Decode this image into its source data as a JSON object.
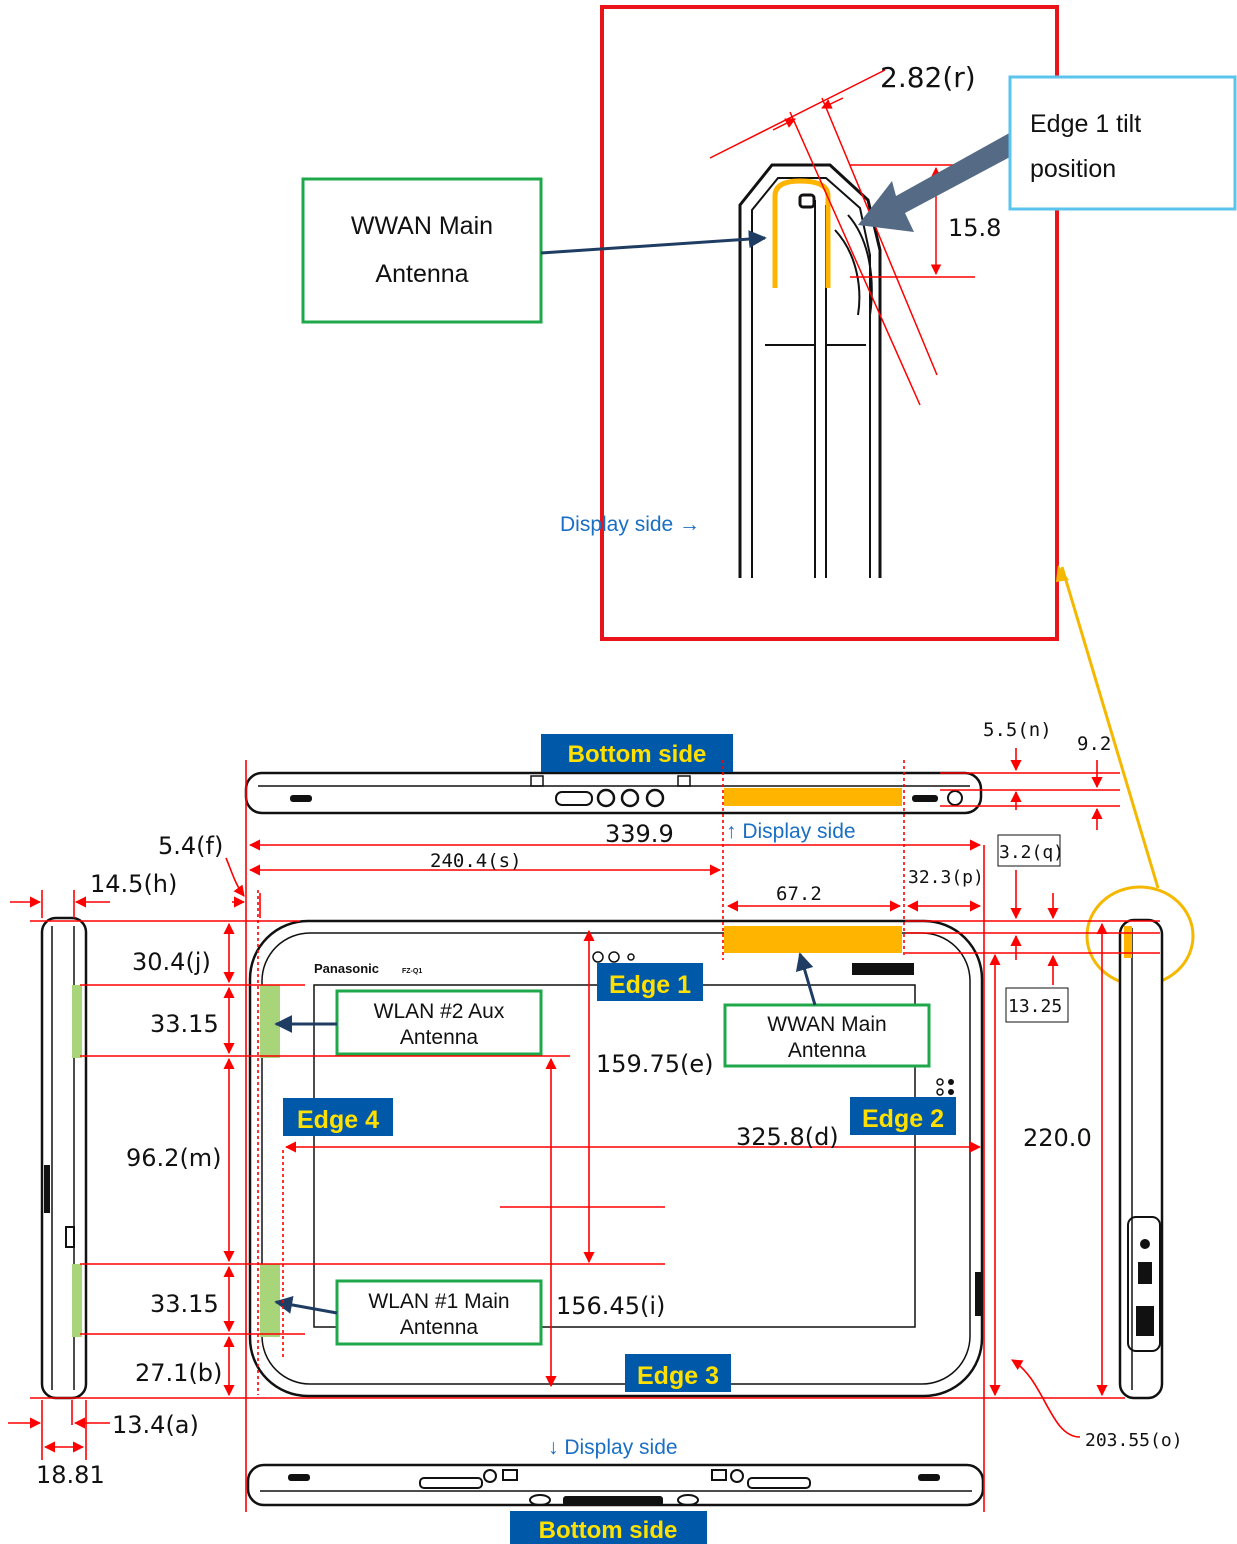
{
  "colors": {
    "dimension": "#ff0000",
    "antenna_orange": "#ffb400",
    "antenna_green": "#a8d47a",
    "callout_green": "#1fa84a",
    "callout_blue": "#5bc4ee",
    "label_bg": "#0059a8",
    "label_text": "#ffe000",
    "leader_yellow": "#f5b800",
    "note_blue": "#1a6fc4"
  },
  "detail": {
    "tilt_dim": "2.82(r)",
    "height_dim": "15.8",
    "display_side": "Display side →",
    "callout_wwan": [
      "WWAN Main",
      "Antenna"
    ],
    "callout_tilt": [
      "Edge 1 tilt",
      "position"
    ]
  },
  "device": {
    "brand": "Panasonic",
    "model": "FZ-Q1",
    "bottom_label_top": "Bottom side",
    "bottom_label_bottom": "Bottom side",
    "display_side_top": "↑ Display side",
    "display_side_bottom": "↓ Display side",
    "edges": [
      "Edge 1",
      "Edge 2",
      "Edge 3",
      "Edge 4"
    ],
    "callouts": {
      "wlan2": [
        "WLAN #2 Aux",
        "Antenna"
      ],
      "wlan1": [
        "WLAN #1 Main",
        "Antenna"
      ],
      "wwan": [
        "WWAN Main",
        "Antenna"
      ]
    }
  },
  "dimensions": {
    "n": "5.5(n)",
    "n2": "9.2",
    "total_width": "339.9",
    "s": "240.4(s)",
    "f": "5.4(f)",
    "h": "14.5(h)",
    "q": "3.2(q)",
    "p": "32.3(p)",
    "wwan_width": "67.2",
    "j": "30.4(j)",
    "upper_antenna": "33.15",
    "e": "159.75(e)",
    "m": "96.2(m)",
    "d": "325.8(d)",
    "height": "220.0",
    "lower_antenna": "33.15",
    "i": "156.45(i)",
    "b": "27.1(b)",
    "a": "13.4(a)",
    "thickness": "18.81",
    "o": "203.55(o)",
    "q2": "13.25"
  }
}
